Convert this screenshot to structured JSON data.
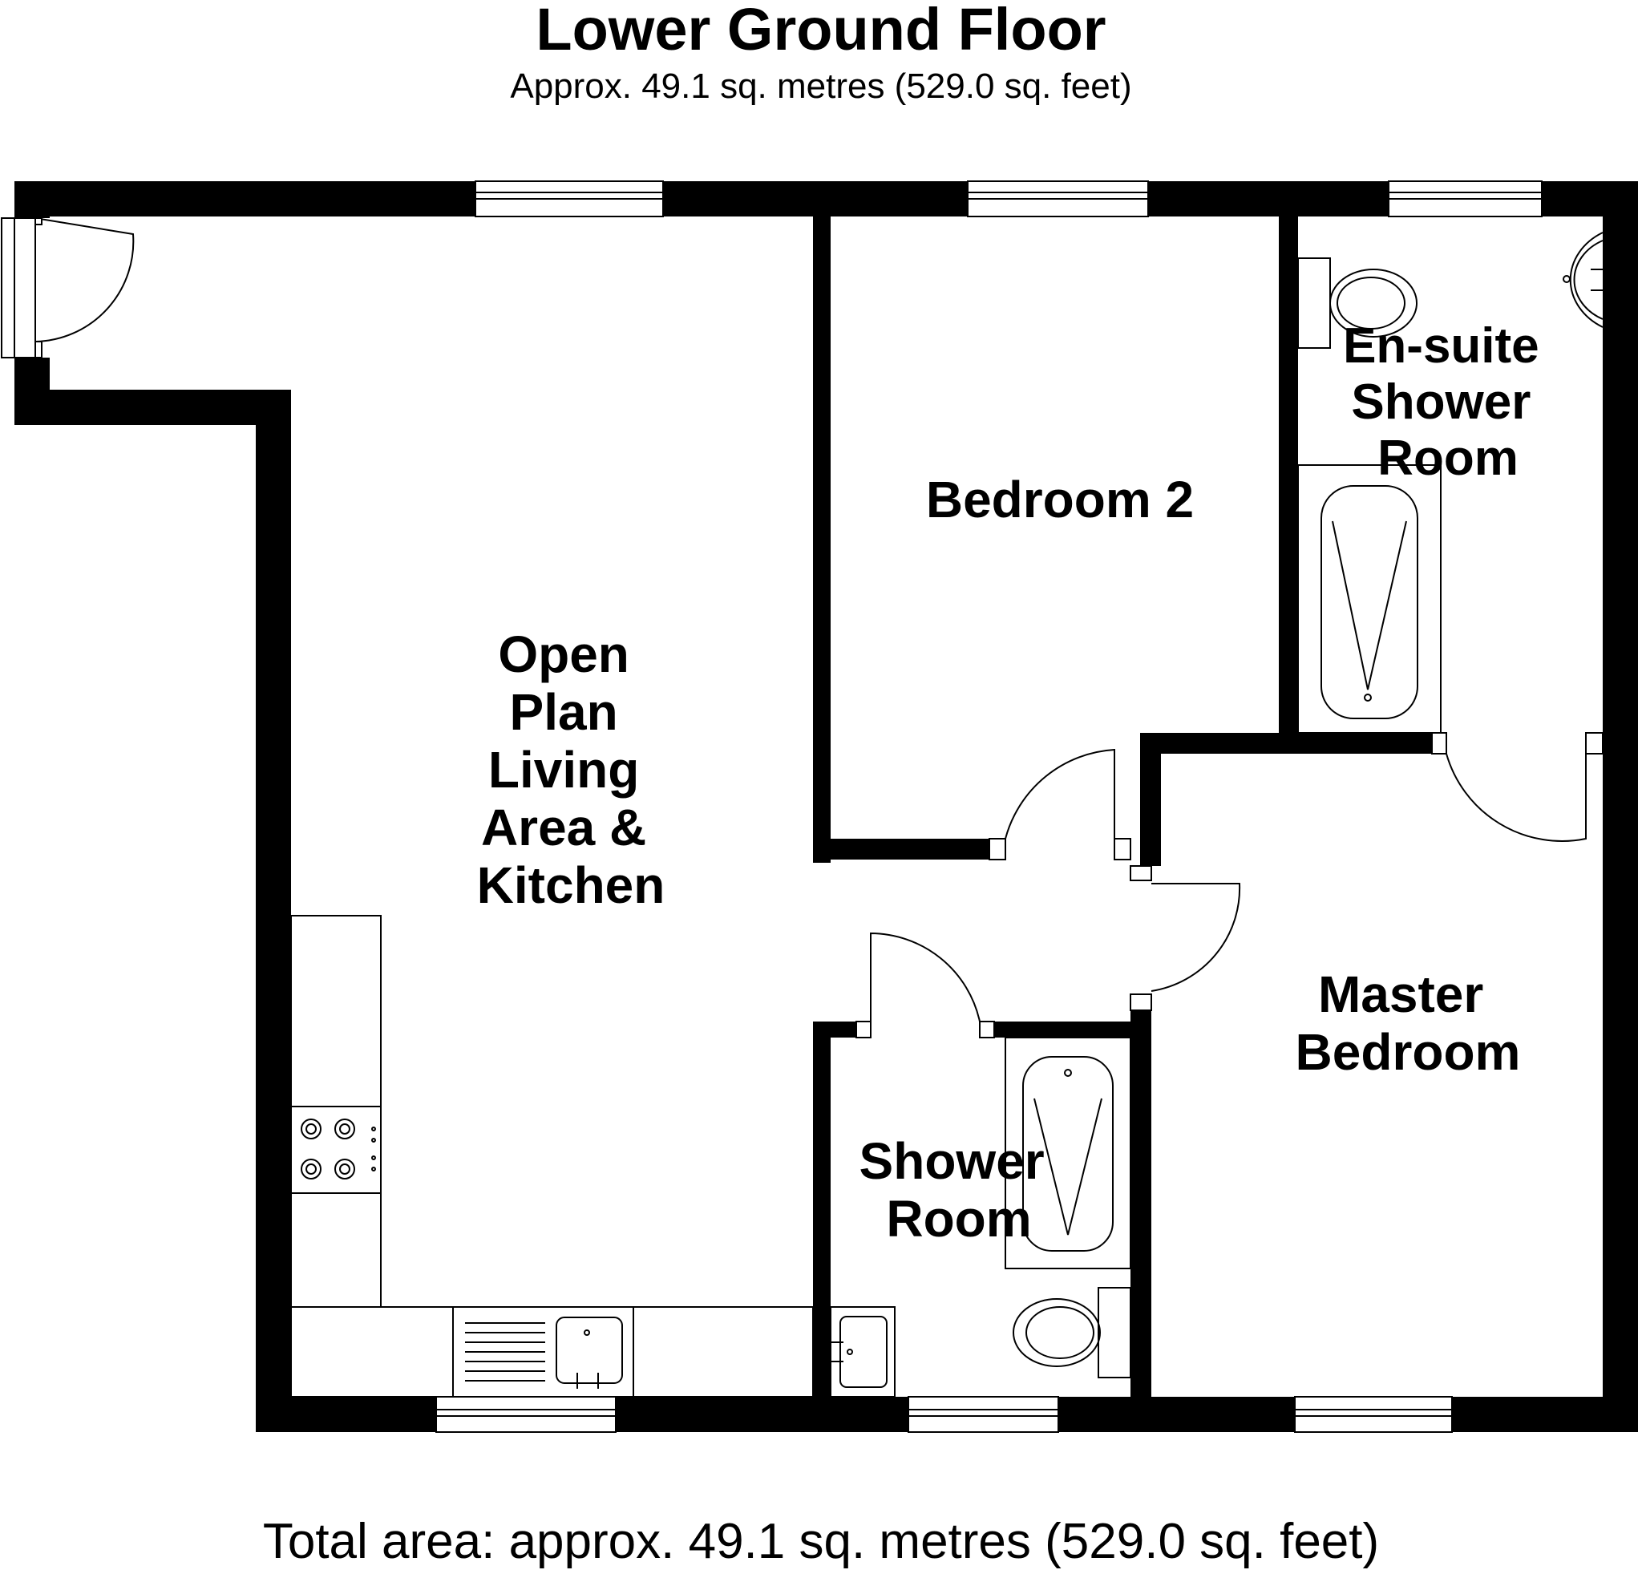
{
  "header": {
    "title": "Lower Ground Floor",
    "subtitle": "Approx. 49.1 sq. metres (529.0 sq. feet)"
  },
  "footer": {
    "total": "Total area: approx. 49.1 sq. metres (529.0 sq. feet)"
  },
  "rooms": {
    "living": [
      "Open",
      "Plan",
      "Living",
      "Area &",
      "Kitchen"
    ],
    "bedroom2": [
      "Bedroom 2"
    ],
    "ensuite": [
      "En-suite",
      "Shower",
      "Room"
    ],
    "master": [
      "Master",
      "Bedroom"
    ],
    "shower": [
      "Shower",
      "Room"
    ]
  }
}
